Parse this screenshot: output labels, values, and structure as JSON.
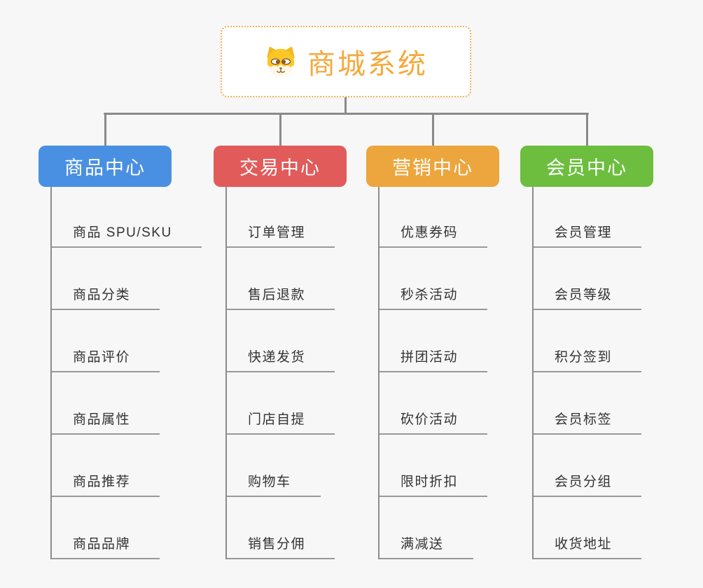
{
  "root": {
    "title": "商城系统",
    "icon": "dog-icon",
    "text_color": "#f5a93c",
    "border_color": "#f0b45a",
    "background": "#ffffff"
  },
  "branches": [
    {
      "label": "商品中心",
      "color": "#4a90e2",
      "children": [
        "商品 SPU/SKU",
        "商品分类",
        "商品评价",
        "商品属性",
        "商品推荐",
        "商品品牌"
      ]
    },
    {
      "label": "交易中心",
      "color": "#e25b5b",
      "children": [
        "订单管理",
        "售后退款",
        "快递发货",
        "门店自提",
        "购物车",
        "销售分佣"
      ]
    },
    {
      "label": "营销中心",
      "color": "#eca63d",
      "children": [
        "优惠券码",
        "秒杀活动",
        "拼团活动",
        "砍价活动",
        "限时折扣",
        "满减送"
      ]
    },
    {
      "label": "会员中心",
      "color": "#6dbe3f",
      "children": [
        "会员管理",
        "会员等级",
        "积分签到",
        "会员标签",
        "会员分组",
        "收货地址"
      ]
    }
  ],
  "canvas": {
    "background": "#f7f7f7",
    "connector_color": "#8a8a8a",
    "trunk_color": "#8c8c8c",
    "underline_color": "#999999",
    "child_text_color": "#333333",
    "branch_text_color": "#ffffff"
  }
}
